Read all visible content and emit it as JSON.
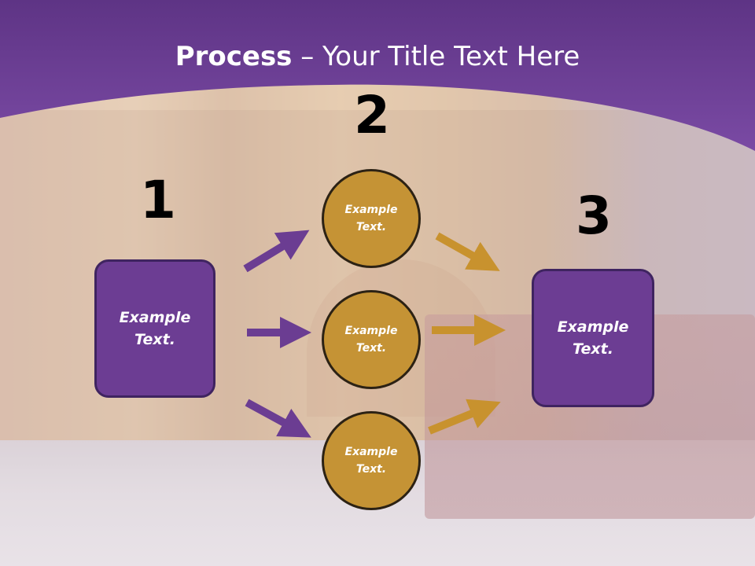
{
  "title": {
    "bold": "Process",
    "rest": " – Your Title Text Here"
  },
  "colors": {
    "banner": "#6b3d92",
    "box_fill": "#6c3d93",
    "circle_fill": "#c59335",
    "arrow_purple": "#6b3d92",
    "arrow_gold": "#c8922e"
  },
  "numbers": [
    "1",
    "2",
    "3"
  ],
  "box_left": {
    "line1": "Example",
    "line2": "Text."
  },
  "box_right": {
    "line1": "Example",
    "line2": "Text."
  },
  "circles": [
    {
      "line1": "Example",
      "line2": "Text."
    },
    {
      "line1": "Example",
      "line2": "Text."
    },
    {
      "line1": "Example",
      "line2": "Text."
    }
  ]
}
